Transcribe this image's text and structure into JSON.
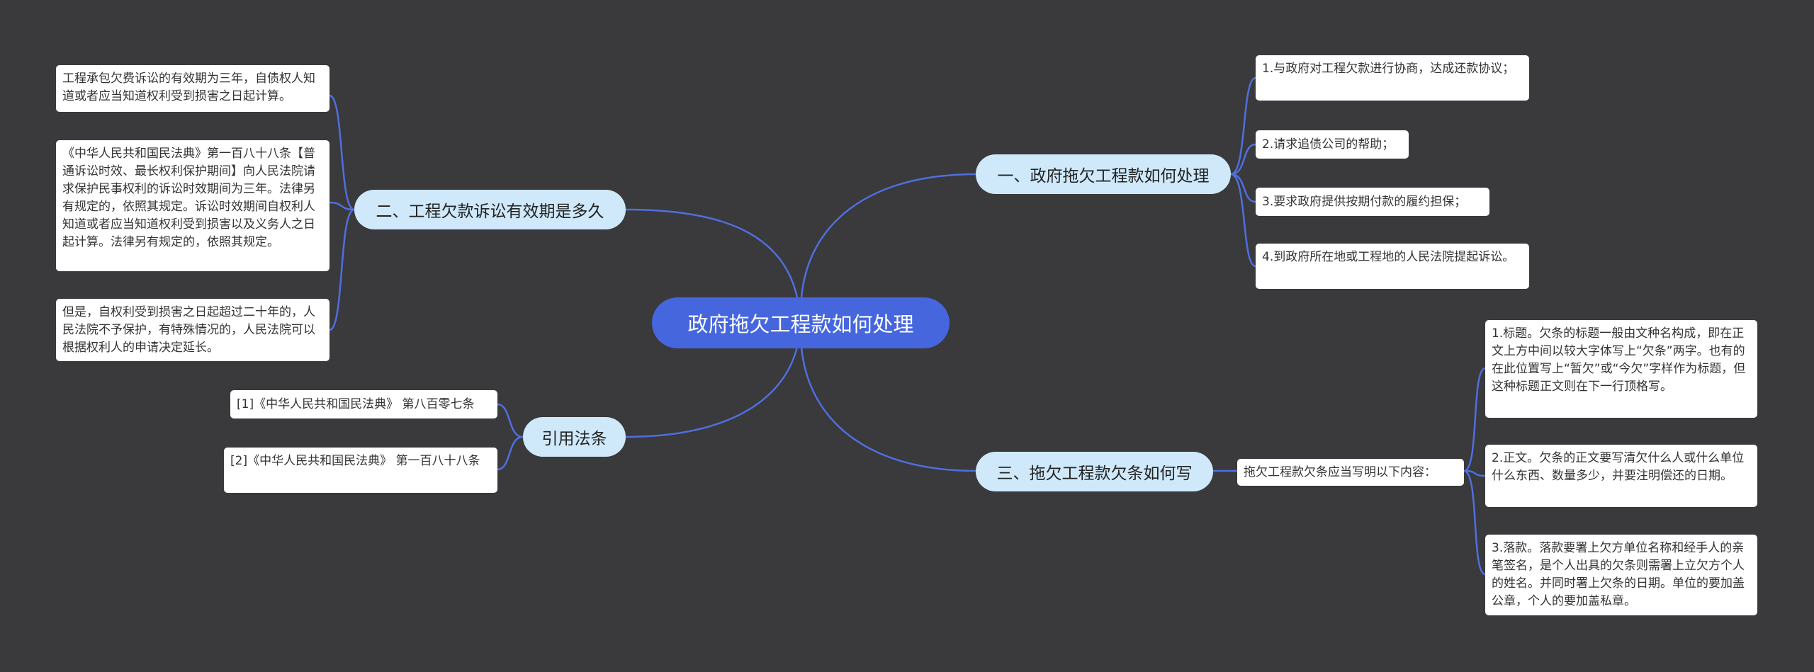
{
  "root": {
    "title": "政府拖欠工程款如何处理"
  },
  "branches": {
    "b1": {
      "label": "一、政府拖欠工程款如何处理"
    },
    "b2": {
      "label": "二、工程欠款诉讼有效期是多久"
    },
    "b3": {
      "label": "三、拖欠工程款欠条如何写"
    },
    "b4": {
      "label": "引用法条"
    }
  },
  "b1_leaves": [
    "1.与政府对工程欠款进行协商，达成还款协议；",
    "2.请求追债公司的帮助；",
    "3.要求政府提供按期付款的履约担保；",
    "4.到政府所在地或工程地的人民法院提起诉讼。"
  ],
  "b2_leaves": [
    "工程承包欠费诉讼的有效期为三年，自债权人知道或者应当知道权利受到损害之日起计算。",
    "《中华人民共和国民法典》第一百八十八条【普通诉讼时效、最长权利保护期间】向人民法院请求保护民事权利的诉讼时效期间为三年。法律另有规定的，依照其规定。诉讼时效期间自权利人知道或者应当知道权利受到损害以及义务人之日起计算。法律另有规定的，依照其规定。",
    "但是，自权利受到损害之日起超过二十年的，人民法院不予保护，有特殊情况的，人民法院可以根据权利人的申请决定延长。"
  ],
  "b3_sub": "拖欠工程款欠条应当写明以下内容：",
  "b3_leaves": [
    "1.标题。欠条的标题一般由文种名构成，即在正文上方中间以较大字体写上“欠条”两字。也有的在此位置写上“暂欠”或“今欠”字样作为标题，但这种标题正文则在下一行顶格写。",
    "2.正文。欠条的正文要写清欠什么人或什么单位什么东西、数量多少，并要注明偿还的日期。",
    "3.落款。落款要署上欠方单位名称和经手人的亲笔签名，是个人出具的欠条则需署上立欠方个人的姓名。并同时署上欠条的日期。单位的要加盖公章，个人的要加盖私章。"
  ],
  "b4_leaves": [
    "[1]《中华人民共和国民法典》 第八百零七条",
    "[2]《中华人民共和国民法典》 第一百八十八条"
  ],
  "colors": {
    "background": "#3a393b",
    "root": "#4666dd",
    "branch": "#cfe9fb",
    "link": "#4f6fe0",
    "leaf": "#ffffff"
  }
}
